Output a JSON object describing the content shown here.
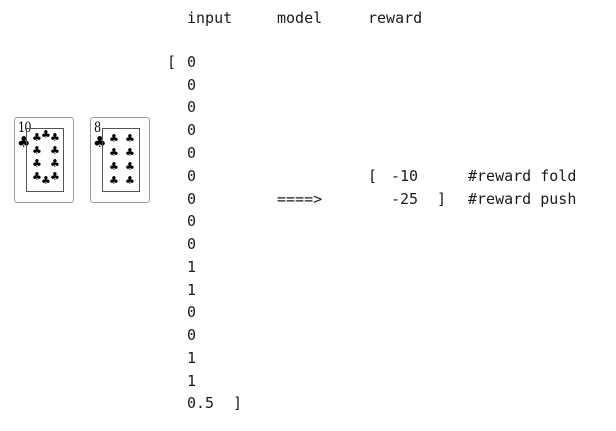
{
  "headers": {
    "input": "input",
    "model": "model",
    "reward": "reward"
  },
  "cards": [
    {
      "rank": "10",
      "suit_icon": "club-icon",
      "suit_char": "♣"
    },
    {
      "rank": "8",
      "suit_icon": "club-icon",
      "suit_char": "♣"
    }
  ],
  "input_vector": {
    "open_bracket": "[",
    "values": [
      "0",
      "0",
      "0",
      "0",
      "0",
      "0",
      "0",
      "0",
      "0",
      "1",
      "1",
      "0",
      "0",
      "1",
      "1",
      "0.5"
    ],
    "close_bracket": "]"
  },
  "arrow": "====>",
  "reward_vector": {
    "open_bracket": "[",
    "values": [
      "-10",
      "-25"
    ],
    "close_bracket": "]",
    "comments": [
      "#reward fold",
      "#reward push"
    ]
  }
}
